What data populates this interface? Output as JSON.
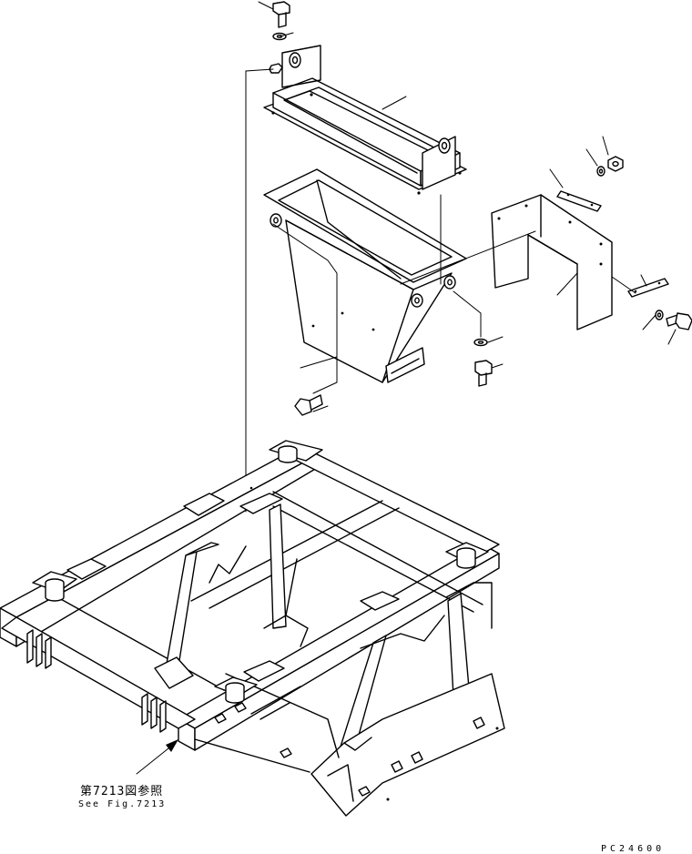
{
  "figure_reference": {
    "japanese": "第7213図参照",
    "english": "See Fig.7213"
  },
  "drawing_number": "PC24600",
  "colors": {
    "ink": "#000000",
    "paper": "#ffffff"
  }
}
